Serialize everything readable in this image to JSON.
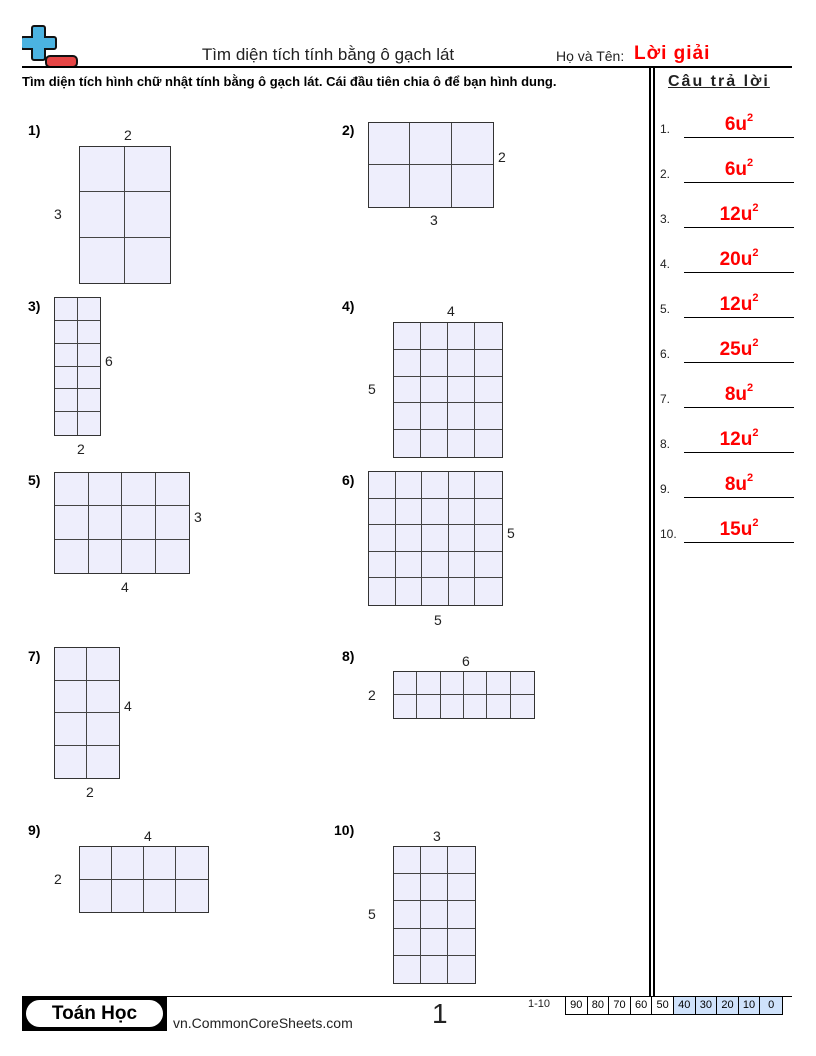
{
  "header": {
    "title": "Tìm diện tích tính bằng ô gạch lát",
    "name_label": "Họ và Tên:",
    "name_value": "Lời giải",
    "instructions": "Tìm diện tích hình chữ nhật tính bằng ô gạch lát. Cái đầu tiên chia ô để bạn hình dung.",
    "logo_icon": "plus-minus-logo-icon",
    "colors": {
      "logo_blue": "#4bb3e1",
      "logo_red": "#e54545",
      "answer_red": "#ff0000",
      "tile_fill": "#eeeefc"
    }
  },
  "answers": {
    "title": "Câu trả lời",
    "items": [
      {
        "num": "1.",
        "value": "6u",
        "exp": "2"
      },
      {
        "num": "2.",
        "value": "6u",
        "exp": "2"
      },
      {
        "num": "3.",
        "value": "12u",
        "exp": "2"
      },
      {
        "num": "4.",
        "value": "20u",
        "exp": "2"
      },
      {
        "num": "5.",
        "value": "12u",
        "exp": "2"
      },
      {
        "num": "6.",
        "value": "25u",
        "exp": "2"
      },
      {
        "num": "7.",
        "value": "8u",
        "exp": "2"
      },
      {
        "num": "8.",
        "value": "12u",
        "exp": "2"
      },
      {
        "num": "9.",
        "value": "8u",
        "exp": "2"
      },
      {
        "num": "10.",
        "value": "15u",
        "exp": "2"
      }
    ]
  },
  "problems": [
    {
      "label": "1)",
      "cols": 2,
      "rows": 3,
      "width_label": "2",
      "height_label": "3"
    },
    {
      "label": "2)",
      "cols": 3,
      "rows": 2,
      "width_label": "3",
      "height_label": "2"
    },
    {
      "label": "3)",
      "cols": 2,
      "rows": 6,
      "width_label": "2",
      "height_label": "6"
    },
    {
      "label": "4)",
      "cols": 4,
      "rows": 5,
      "width_label": "4",
      "height_label": "5"
    },
    {
      "label": "5)",
      "cols": 4,
      "rows": 3,
      "width_label": "4",
      "height_label": "3"
    },
    {
      "label": "6)",
      "cols": 5,
      "rows": 5,
      "width_label": "5",
      "height_label": "5"
    },
    {
      "label": "7)",
      "cols": 2,
      "rows": 4,
      "width_label": "2",
      "height_label": "4"
    },
    {
      "label": "8)",
      "cols": 6,
      "rows": 2,
      "width_label": "6",
      "height_label": "2"
    },
    {
      "label": "9)",
      "cols": 4,
      "rows": 2,
      "width_label": "4",
      "height_label": "2"
    },
    {
      "label": "10)",
      "cols": 3,
      "rows": 5,
      "width_label": "3",
      "height_label": "5"
    }
  ],
  "footer": {
    "brand": "Toán Học",
    "site": "vn.CommonCoreSheets.com",
    "page": "1",
    "score_label": "1-10",
    "scores": [
      "90",
      "80",
      "70",
      "60",
      "50",
      "40",
      "30",
      "20",
      "10",
      "0"
    ]
  }
}
